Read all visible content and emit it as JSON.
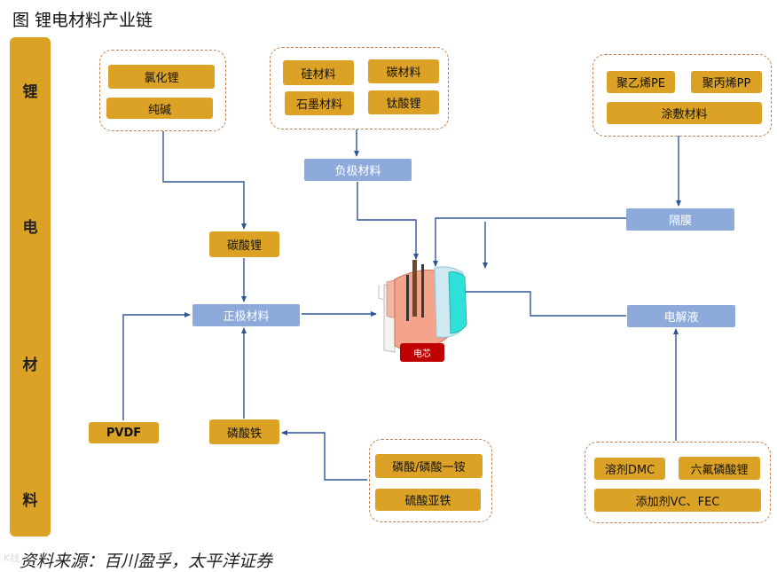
{
  "title": "图  锂电材料产业链",
  "sidebar": {
    "chars": [
      "锂",
      "电",
      "材",
      "料"
    ]
  },
  "groups": {
    "cathode_raw": [
      "氯化锂",
      "纯碱"
    ],
    "anode_raw": [
      "硅材料",
      "碳材料",
      "石墨材料",
      "钛酸锂"
    ],
    "separator_raw": [
      "聚乙烯PE",
      "聚丙烯PP",
      "涂敷材料"
    ],
    "lfp_raw": [
      "磷酸/磷酸一铵",
      "硫酸亚铁"
    ],
    "electrolyte_raw": [
      "溶剂DMC",
      "六氟磷酸锂",
      "添加剂VC、FEC"
    ]
  },
  "nodes": {
    "lithium_carbonate": "碳酸锂",
    "cathode": "正极材料",
    "anode": "负极材料",
    "separator": "隔膜",
    "electrolyte": "电解液",
    "pvdf": "PVDF",
    "lfp": "磷酸铁",
    "cell": "电芯"
  },
  "colors": {
    "gold": "#dca226",
    "blue": "#8eaadb",
    "red": "#c00000",
    "arrow": "#2f5597",
    "dash": "#c2804e"
  },
  "source": "资料来源：百川盈孚，太平洋证券",
  "watermark": "K线…"
}
